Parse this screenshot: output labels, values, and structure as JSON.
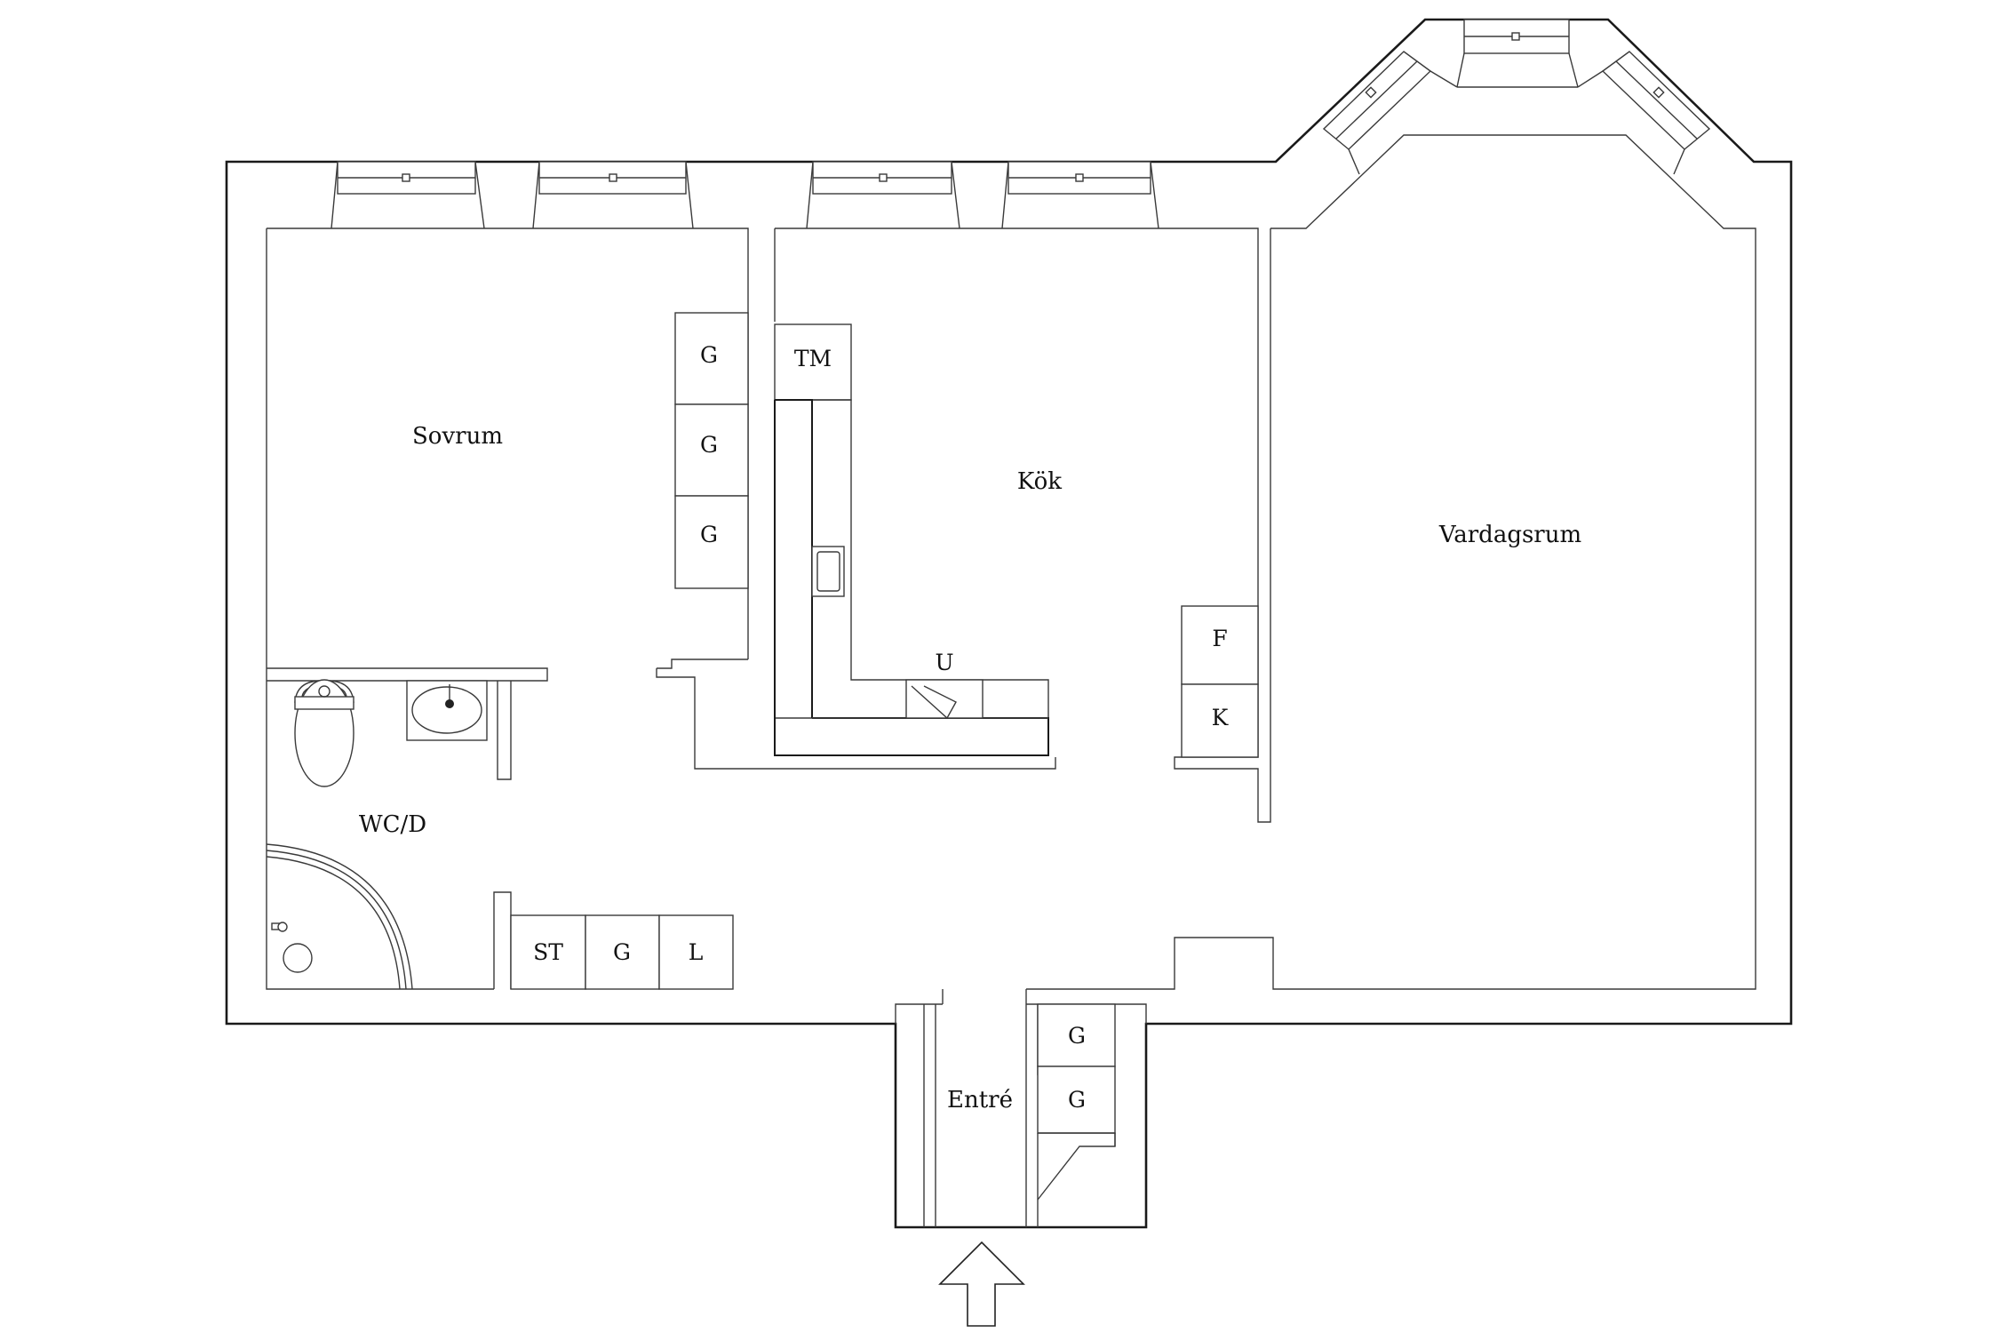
{
  "rooms": {
    "sovrum": "Sovrum",
    "kok": "Kök",
    "vardagsrum": "Vardagsrum",
    "wc": "WC/D",
    "entre": "Entré"
  },
  "fixtures": {
    "wardrobe": "G",
    "dishwasher": "TM",
    "oven": "U",
    "fridge": "F",
    "freezer": "K",
    "storage": "ST",
    "linen": "L"
  },
  "icons": {
    "entrance": "entrance-arrow-icon",
    "toilet": "toilet-icon",
    "sink": "sink-icon",
    "shower": "shower-icon"
  },
  "colors": {
    "wall": "#1a1a1a",
    "line": "#3a3a3a",
    "background": "#ffffff"
  }
}
